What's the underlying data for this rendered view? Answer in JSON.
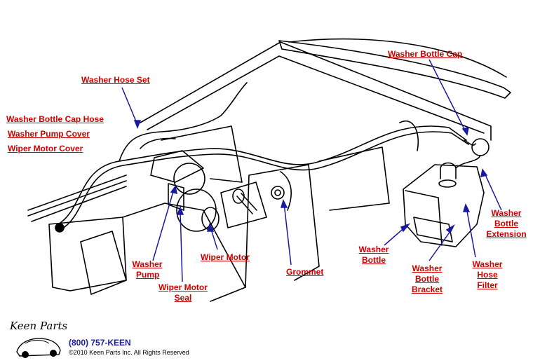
{
  "labels": {
    "washer_hose_set": "Washer Hose Set",
    "washer_bottle_cap": "Washer Bottle Cap",
    "washer_bottle_cap_hose": "Washer Bottle Cap Hose",
    "washer_pump_cover": "Washer Pump Cover",
    "wiper_motor_cover": "Wiper Motor Cover",
    "washer_bottle_extension": [
      "Washer",
      "Bottle",
      "Extension"
    ],
    "washer_bottle": [
      "Washer",
      "Bottle"
    ],
    "washer_pump": [
      "Washer",
      "Pump"
    ],
    "wiper_motor": "Wiper Motor",
    "grommet": "Grommet",
    "wiper_motor_seal": [
      "Wiper Motor",
      "Seal"
    ],
    "washer_bottle_bracket": [
      "Washer",
      "Bottle",
      "Bracket"
    ],
    "washer_hose_filter": [
      "Washer",
      "Hose",
      "Filter"
    ]
  },
  "footer": {
    "logo_text": "Keen Parts",
    "phone": "(800) 757-KEEN",
    "copyright": "©2010 Keen Parts Inc. All Rights Reserved"
  },
  "colors": {
    "label": "#cc0000",
    "leader": "#1a1aa0",
    "line_art": "#000000"
  }
}
